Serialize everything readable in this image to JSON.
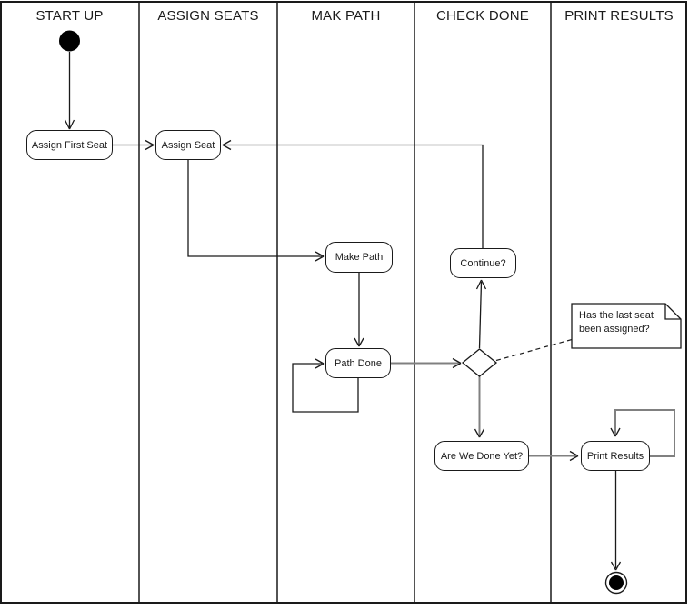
{
  "lanes": [
    {
      "label": "START UP"
    },
    {
      "label": "ASSIGN SEATS"
    },
    {
      "label": "MAK PATH"
    },
    {
      "label": "CHECK DONE"
    },
    {
      "label": "PRINT RESULTS"
    }
  ],
  "nodes": {
    "assign_first_seat": "Assign First Seat",
    "assign_seat": "Assign Seat",
    "make_path": "Make Path",
    "path_done": "Path Done",
    "continue_q": "Continue?",
    "are_we_done": "Are We Done Yet?",
    "print_results": "Print Results"
  },
  "note": {
    "line1": "Has the last seat",
    "line2": "been assigned?"
  },
  "colors": {
    "stroke": "#1a1a1a",
    "connector_emphasis": "#808080",
    "background": "#ffffff"
  }
}
